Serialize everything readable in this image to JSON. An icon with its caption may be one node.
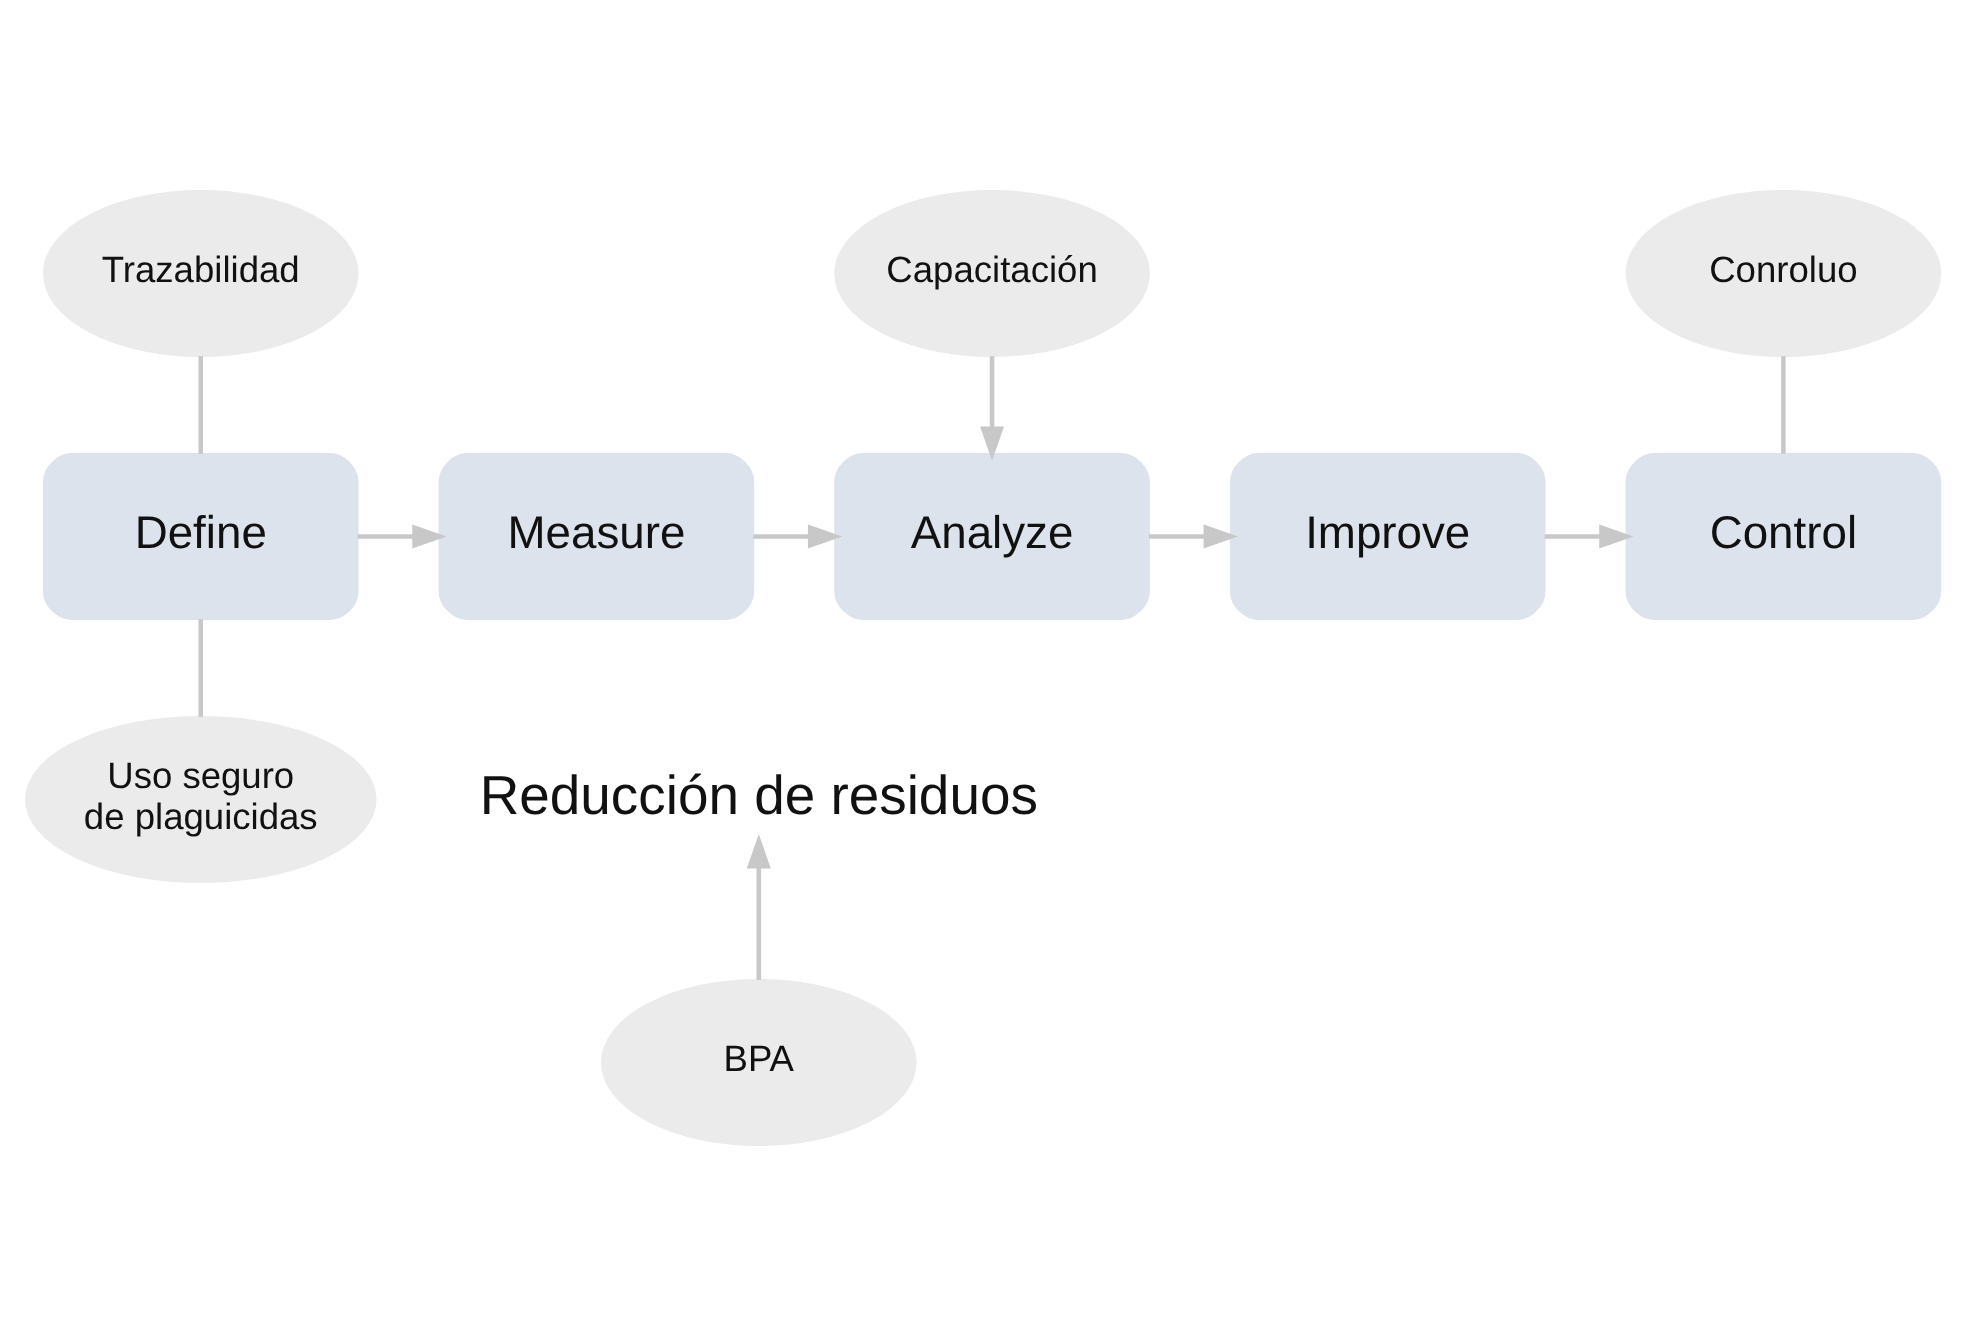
{
  "diagram": {
    "nodes": [
      {
        "text": [
          "Trazabilidad"
        ]
      },
      {
        "text": [
          "Capacitación"
        ]
      },
      {
        "text": [
          "Conroluo"
        ]
      },
      {
        "text": [
          "Define"
        ]
      },
      {
        "text": [
          "Measure"
        ]
      },
      {
        "text": [
          "Analyze"
        ]
      },
      {
        "text": [
          "Improve"
        ]
      },
      {
        "text": [
          "Control"
        ]
      },
      {
        "text": [
          "Uso seguro de plaguicidas"
        ]
      },
      {
        "text": [
          "Reducción de residuos"
        ]
      },
      {
        "text": [
          "BPA"
        ]
      }
    ],
    "edges": [
      {
        "from": 0,
        "to": 3,
        "arrow": "none"
      },
      {
        "from": 1,
        "to": 5,
        "arrow": "to"
      },
      {
        "from": 2,
        "to": 7,
        "arrow": "none"
      },
      {
        "from": 3,
        "to": 4,
        "arrow": "to"
      },
      {
        "from": 4,
        "to": 5,
        "arrow": "to"
      },
      {
        "from": 5,
        "to": 6,
        "arrow": "to"
      },
      {
        "from": 6,
        "to": 7,
        "arrow": "to"
      },
      {
        "from": 3,
        "to": 8,
        "arrow": "none"
      },
      {
        "from": 10,
        "to": 9,
        "arrow": "to"
      }
    ]
  }
}
